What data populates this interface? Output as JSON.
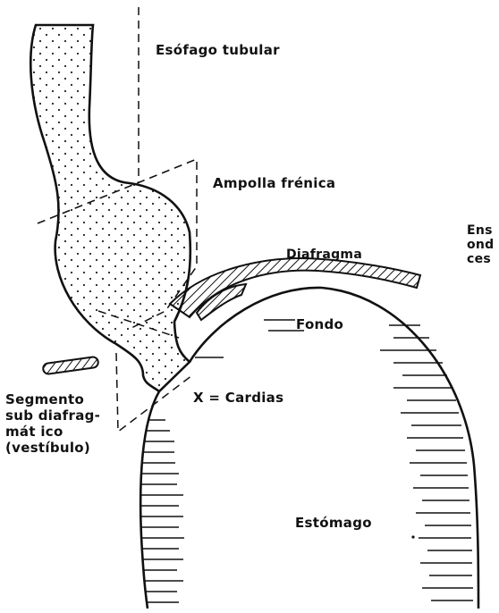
{
  "labels": {
    "esofago": "Esófago  tubular",
    "ampolla": "Ampolla  frénica",
    "diafragma": "Diafragma",
    "fondo": "Fondo",
    "cardias": "X = Cardias",
    "estomago": "Estómago",
    "segmento": [
      "Segmento",
      "sub diafrag-",
      "mát ico",
      "(vestíbulo)"
    ],
    "cut_off": [
      "Ens",
      "ond",
      "ces"
    ]
  }
}
